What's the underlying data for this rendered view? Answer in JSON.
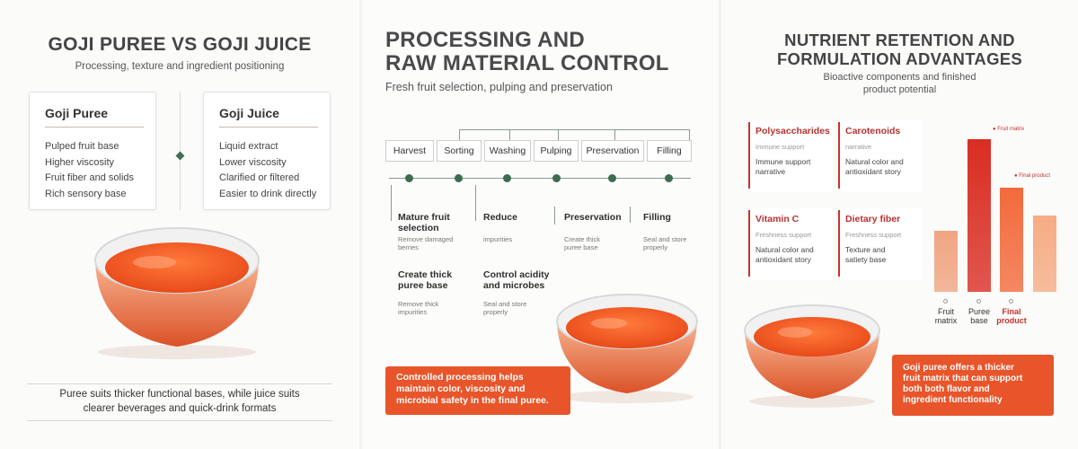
{
  "panel1": {
    "title": "GOJI PUREE VS GOJI JUICE",
    "subtitle": "Processing, texture and ingredient positioning",
    "puree": {
      "title": "Goji Puree",
      "items": [
        "Pulped fruit base",
        "Higher viscosity",
        "Fruit fiber and solids",
        "Rich sensory base"
      ]
    },
    "juice": {
      "title": "Goji Juice",
      "items": [
        "Liquid extract",
        "Lower viscosity",
        "Clarified or filtered",
        "Easier to drink directly"
      ]
    },
    "footer": [
      "Puree suits thicker functional bases, while juice suits",
      "clearer beverages and quick-drink formats"
    ]
  },
  "panel2": {
    "title_line1": "PROCESSING AND",
    "title_line2": "RAW MATERIAL CONTROL",
    "subtitle": "Fresh fruit selection, pulping and preservation",
    "steps": [
      "Harvest",
      "Sorting",
      "Washing",
      "Pulping",
      "Preservation",
      "Filling"
    ],
    "details": [
      {
        "title": [
          "Mature fruit",
          "selection"
        ],
        "note": [
          "Remove damaged",
          "berries"
        ]
      },
      {
        "title": [
          "Reduce"
        ],
        "note": [
          "impurities"
        ]
      },
      {
        "title": [
          "Preservation"
        ],
        "note": [
          "Create thick",
          "puree base"
        ]
      },
      {
        "title": [
          "Filling"
        ],
        "note": [
          "Seal and store",
          "properly"
        ]
      },
      {
        "title": [
          "Create thick",
          "puree base"
        ],
        "note": [
          "Remove thick",
          "impurities"
        ]
      },
      {
        "title": [
          "Control acidity",
          "and microbes"
        ],
        "note": [
          "Seal and store",
          "properly"
        ]
      }
    ],
    "callout": [
      "Controlled processing helps",
      "maintain color, viscosity and",
      "microbial safety in the final puree."
    ]
  },
  "panel3": {
    "title_line1": "NUTRIENT RETENTION AND",
    "title_line2": "FORMULATION ADVANTAGES",
    "subtitle_line1": "Bioactive components and finished",
    "subtitle_line2": "product potential",
    "nutrients": [
      {
        "title": "Polysaccharides",
        "small": "Immune support",
        "desc": [
          "Immune support",
          "narrative"
        ]
      },
      {
        "title": "Carotenoids",
        "small": "narrative",
        "desc": [
          "Natural color and",
          "antioxidant story"
        ]
      },
      {
        "title": "Vitamin C",
        "small": "Freshness support",
        "desc": [
          "Natural color and",
          "antioxidant story"
        ]
      },
      {
        "title": "Dietary fiber",
        "small": "Freshness support",
        "desc": [
          "Texture and",
          "satiety base"
        ]
      }
    ],
    "chart_data": {
      "type": "bar",
      "categories": [
        "Fruit matrix",
        "Puree base",
        "Final product"
      ],
      "values": [
        40,
        100,
        68
      ],
      "series_labels": [
        "Fruit matrix",
        "Final product"
      ],
      "ylim": [
        0,
        100
      ],
      "colors": [
        "#f0a582",
        "#d92d22",
        "#f26a3c",
        "#f6ac84"
      ]
    },
    "callout": [
      "Goji puree offers a thicker",
      "fruit matrix that can support",
      "both both flavor and",
      "ingredient functionality"
    ]
  },
  "colors": {
    "accent": "#e8552a",
    "green": "#3d6b4f",
    "red": "#b8322f"
  }
}
